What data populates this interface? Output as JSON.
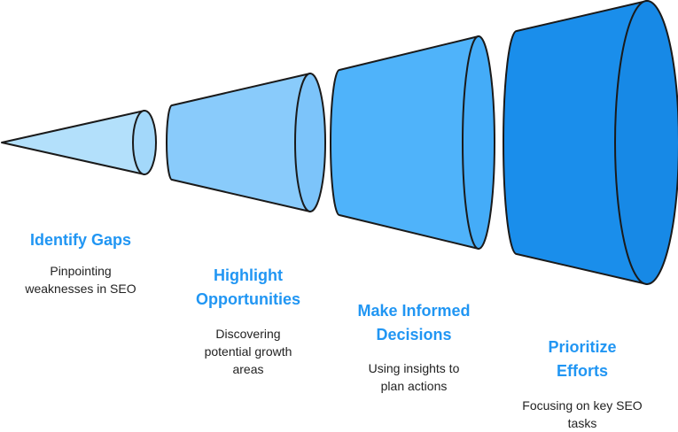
{
  "stages": [
    {
      "title": "Identify Gaps",
      "description": "Pinpointing\nweaknesses in SEO",
      "fill": "#b3e0fb",
      "cap_fill": "#a3d8fa"
    },
    {
      "title": "Highlight\nOpportunities",
      "description": "Discovering\npotential growth\nareas",
      "fill": "#89cbfb",
      "cap_fill": "#7cc4fa"
    },
    {
      "title": "Make Informed\nDecisions",
      "description": "Using insights to\nplan actions",
      "fill": "#4fb3fa",
      "cap_fill": "#44acf8"
    },
    {
      "title": "Prioritize\nEfforts",
      "description": "Focusing on key SEO\ntasks",
      "fill": "#1a8eeb",
      "cap_fill": "#1789e6"
    }
  ],
  "colors": {
    "outline": "#1a1a1a",
    "title": "#2196f3",
    "description": "#222222"
  }
}
